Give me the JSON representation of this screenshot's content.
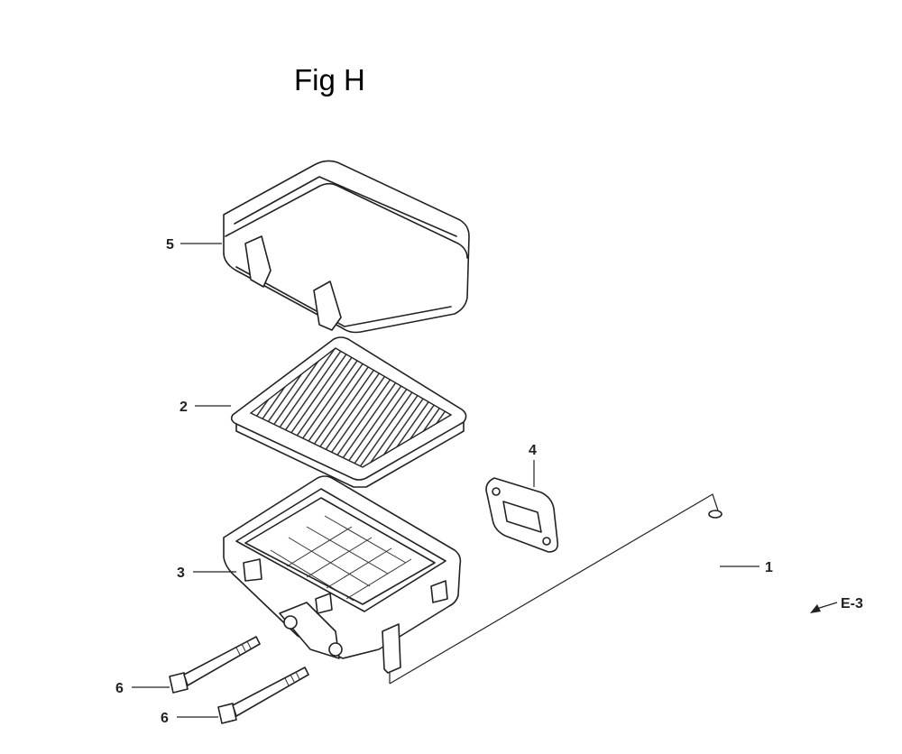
{
  "figure": {
    "title": "Fig H"
  },
  "callouts": {
    "part_1": "1",
    "part_2": "2",
    "part_3": "3",
    "part_4": "4",
    "part_5": "5",
    "part_6a": "6",
    "part_6b": "6",
    "ref_e3": "E-3"
  }
}
